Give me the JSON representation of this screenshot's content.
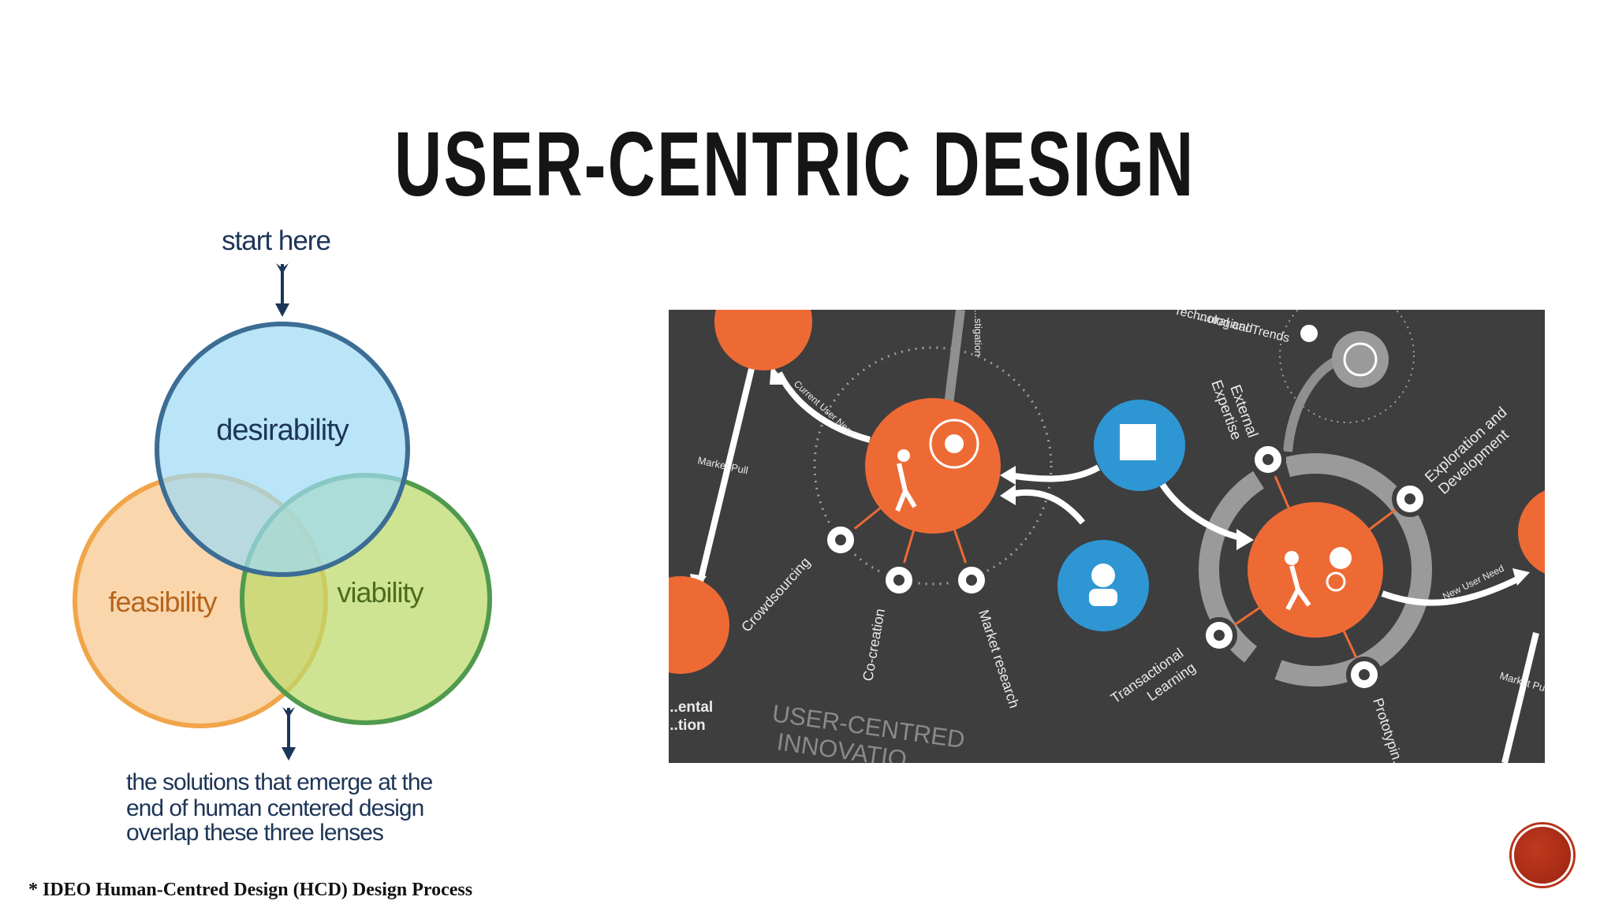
{
  "slide": {
    "title": "USER-CENTRIC DESIGN",
    "footnote": "* IDEO Human-Centred Design (HCD) Design Process"
  },
  "venn": {
    "start_label": "start here",
    "circles": {
      "desirability": "desirability",
      "feasibility": "feasibility",
      "viability": "viability"
    },
    "caption_lines": [
      "the solutions that emerge at the",
      "end of human centered design",
      "overlap these three lenses"
    ],
    "colors": {
      "desirability_fill": "#9fd9f4",
      "desirability_stroke": "#3c6d94",
      "feasibility_fill": "#f8c890",
      "feasibility_stroke": "#f0a54a",
      "viability_fill": "#bcd96a",
      "viability_stroke": "#4f9a4c",
      "text_dark": "#1d3557",
      "feasibility_text": "#b5651d",
      "viability_text": "#4d6b1e"
    }
  },
  "innovation_diagram": {
    "labels": {
      "trends": "Technological Trends",
      "trends_partial": "...ural and",
      "investigation": "...stigation",
      "current_user_need": "Current User Need",
      "market_pull_left": "Market Pull",
      "market_pull_right": "Market Pu...",
      "crowdsourcing": "Crowdsourcing",
      "co_creation": "Co-creation",
      "market_research": "Market research",
      "external_expertise_1": "External",
      "external_expertise_2": "Expertise",
      "exploration_1": "Exploration and",
      "exploration_2": "Development",
      "transactional_1": "Transactional",
      "transactional_2": "Learning",
      "prototyping": "Prototypin...",
      "new_user_need": "New User Need",
      "watermark_1": "USER-CENTRED",
      "watermark_2": "INNOVATIO...",
      "left_edge_1": "...ental",
      "left_edge_2": "...tion"
    },
    "colors": {
      "background": "#3e3e3f",
      "orange": "#ee6a35",
      "blue": "#2f96d4",
      "grey_ring": "#9a9a9a"
    }
  }
}
